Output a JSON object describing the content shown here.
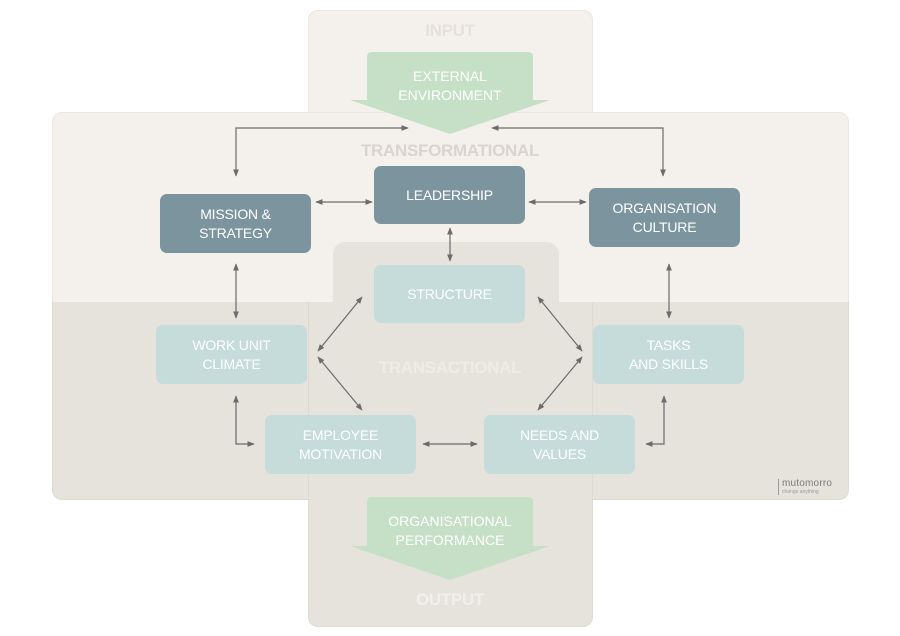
{
  "sections": {
    "input": "INPUT",
    "transformational": "TRANSFORMATIONAL",
    "transactional": "TRANSACTIONAL",
    "output": "OUTPUT"
  },
  "input_arrow": "EXTERNAL\nENVIRONMENT",
  "output_arrow": "ORGANISATIONAL\nPERFORMANCE",
  "transformational_boxes": {
    "mission": "MISSION &\nSTRATEGY",
    "leadership": "LEADERSHIP",
    "culture": "ORGANISATION\nCULTURE"
  },
  "transactional_boxes": {
    "structure": "STRUCTURE",
    "work_unit": "WORK UNIT\nCLIMATE",
    "tasks": "TASKS\nAND SKILLS",
    "motivation": "EMPLOYEE\nMOTIVATION",
    "needs": "NEEDS AND\nVALUES"
  },
  "brand": {
    "name": "mutomorro",
    "tagline": "change anything"
  },
  "colors": {
    "upper_bg": "#f4f0eb",
    "lower_bg": "#e6e3dc",
    "dark_box": "#7c949e",
    "light_box": "#c5dcdb",
    "green_arrow": "#c5e0c6",
    "connector": "#6b6b6b"
  }
}
